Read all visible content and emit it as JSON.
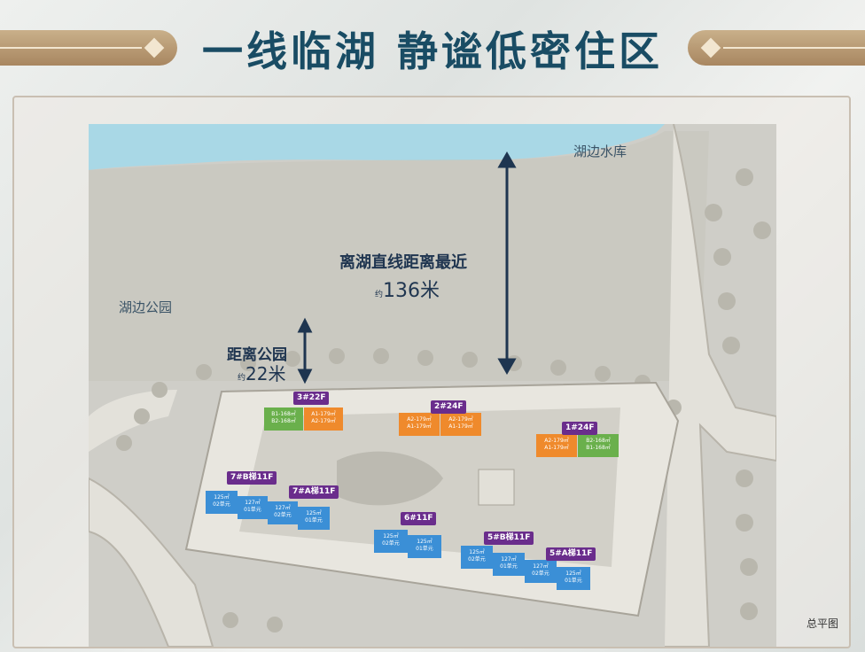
{
  "title": "一线临湖   静谧低密住区",
  "map": {
    "lake_label": "湖边水库",
    "park_label": "湖边公园",
    "lake_distance_label": "离湖直线距离最近",
    "lake_distance_prefix": "约",
    "lake_distance_value": "136米",
    "park_distance_label": "距离公园",
    "park_distance_prefix": "约",
    "park_distance_value": "22米",
    "legend": "总平图"
  },
  "buildings": [
    {
      "id": "b3",
      "name": "3#22F"
    },
    {
      "id": "b2",
      "name": "2#24F"
    },
    {
      "id": "b1",
      "name": "1#24F"
    },
    {
      "id": "b7b",
      "name": "7#B梯11F"
    },
    {
      "id": "b7a",
      "name": "7#A梯11F"
    },
    {
      "id": "b6",
      "name": "6#11F"
    },
    {
      "id": "b5b",
      "name": "5#B梯11F"
    },
    {
      "id": "b5a",
      "name": "5#A梯11F"
    }
  ],
  "units": {
    "b3_green": [
      "B1-168㎡",
      "B2-168㎡"
    ],
    "b3_orange": [
      "A1-179㎡",
      "A2-179㎡"
    ],
    "b2_orange_left": [
      "A2-179㎡",
      "A1-179㎡"
    ],
    "b2_orange_right": [
      "A2-179㎡",
      "A1-179㎡"
    ],
    "b1_orange": [
      "A2-179㎡",
      "A1-179㎡"
    ],
    "b1_green": [
      "B2-168㎡",
      "B1-168㎡"
    ],
    "b7": [
      [
        "125㎡",
        "02单元"
      ],
      [
        "127㎡",
        "01单元"
      ],
      [
        "127㎡",
        "02单元"
      ],
      [
        "125㎡",
        "01单元"
      ]
    ],
    "b6": [
      [
        "125㎡",
        "02单元"
      ],
      [
        "125㎡",
        "01单元"
      ]
    ],
    "b5": [
      [
        "125㎡",
        "02单元"
      ],
      [
        "127㎡",
        "01单元"
      ],
      [
        "127㎡",
        "02单元"
      ],
      [
        "125㎡",
        "01单元"
      ]
    ]
  },
  "colors": {
    "title": "#194c64",
    "lake": "#a9d8e6",
    "building_tag": "#6a2d8c",
    "green_unit": "#6ab04c",
    "orange_unit": "#ef8a2c",
    "blue_unit": "#3b8fd6"
  }
}
